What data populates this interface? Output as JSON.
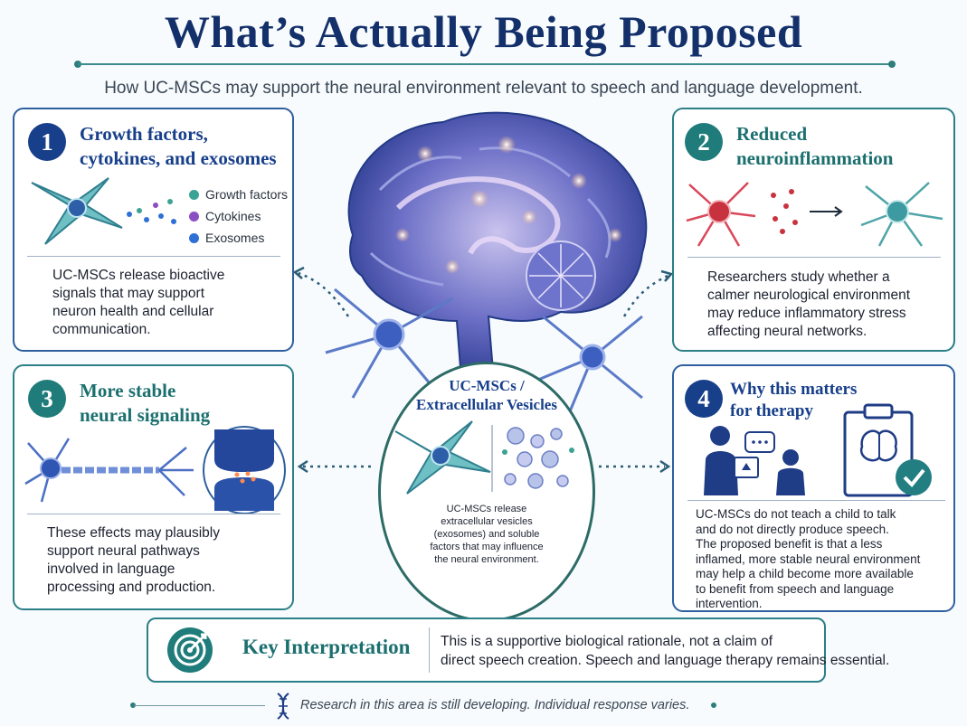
{
  "title": "What’s Actually Being Proposed",
  "subtitle": "How UC-MSCs may support the neural environment relevant to speech and language development.",
  "cards": [
    {
      "number": "1",
      "title_lines": [
        "Growth factors,",
        "cytokines, and exosomes"
      ],
      "legend": [
        "Growth factors",
        "Cytokines",
        "Exosomes"
      ],
      "body_lines": [
        "UC-MSCs release bioactive",
        "signals that may support",
        "neuron health and cellular",
        "communication."
      ]
    },
    {
      "number": "2",
      "title_lines": [
        "Reduced",
        "neuroinflammation"
      ],
      "body_lines": [
        "Researchers study whether a",
        "calmer neurological environment",
        "may reduce inflammatory stress",
        "affecting neural networks."
      ]
    },
    {
      "number": "3",
      "title_lines": [
        "More stable",
        "neural signaling"
      ],
      "body_lines": [
        "These effects may plausibly",
        "support neural pathways",
        "involved in language",
        "processing and production."
      ]
    },
    {
      "number": "4",
      "title_lines": [
        "Why this matters",
        "for therapy"
      ],
      "body_lines": [
        "UC-MSCs do not teach a child to talk",
        "and do not directly produce speech.",
        "The proposed benefit is that a less",
        "inflamed, more stable neural environment",
        "may help a child become more available",
        "to benefit from speech and language",
        "intervention."
      ]
    }
  ],
  "center": {
    "title_lines": [
      "UC-MSCs /",
      "Extracellular Vesicles"
    ],
    "body_lines": [
      "UC-MSCs release",
      "extracellular vesicles",
      "(exosomes) and soluble",
      "factors that may influence",
      "the neural environment."
    ]
  },
  "key": {
    "title": "Key Interpretation",
    "text_lines": [
      "This is a supportive biological rationale, not a claim of",
      "direct speech creation. Speech and language therapy remains essential."
    ]
  },
  "footer": "Research in this area is still developing. Individual response varies.",
  "colors": {
    "navy": "#14306b",
    "blue_number": "#173f8a",
    "teal_number": "#1f7c7a",
    "growth_factor_dot": "#3aa394",
    "cytokine_dot": "#8a4fc2",
    "exosome_dot": "#2f6fd6",
    "inflamed_cell": "#d9475a",
    "calm_cell": "#4fa5a8"
  }
}
